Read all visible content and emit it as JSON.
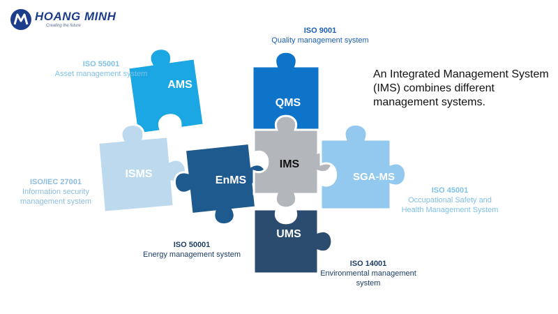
{
  "brand": {
    "name": "HOANG MINH",
    "tagline": "Creating the future",
    "colors": {
      "primary": "#1b3d8c"
    }
  },
  "headline": "An Integrated Management System (IMS) combines different management systems.",
  "pieces": [
    {
      "id": "ams",
      "label": "AMS",
      "color": "#1aa7e3",
      "text_color": "#ffffff"
    },
    {
      "id": "qms",
      "label": "QMS",
      "color": "#0d74c9",
      "text_color": "#ffffff"
    },
    {
      "id": "isms",
      "label": "ISMS",
      "color": "#bcd9ee",
      "text_color": "#ffffff"
    },
    {
      "id": "enms",
      "label": "EnMS",
      "color": "#1f5a8f",
      "text_color": "#ffffff"
    },
    {
      "id": "ims",
      "label": "IMS",
      "color": "#b3b6bb",
      "text_color": "#111111"
    },
    {
      "id": "sgams",
      "label": "SGA-MS",
      "color": "#93c9ef",
      "text_color": "#ffffff"
    },
    {
      "id": "ums",
      "label": "UMS",
      "color": "#2b4b6f",
      "text_color": "#ffffff"
    }
  ],
  "annotations": [
    {
      "id": "iso55001",
      "standard": "ISO 55001",
      "description": "Asset management system",
      "color": "#7fc1e8"
    },
    {
      "id": "iso9001",
      "standard": "ISO 9001",
      "description": "Quality management system",
      "color": "#1a5fb0"
    },
    {
      "id": "iso27001",
      "standard": "ISO/IEC 27001",
      "description": "Information security management system",
      "color": "#8cbce0"
    },
    {
      "id": "iso50001",
      "standard": "ISO 50001",
      "description": "Energy management system",
      "color": "#1d3d66"
    },
    {
      "id": "iso45001",
      "standard": "ISO 45001",
      "description": "Occupational Safety and Health Management System",
      "color": "#7fc1e8"
    },
    {
      "id": "iso14001",
      "standard": "ISO 14001",
      "description": "Environmental management system",
      "color": "#1d3d66"
    }
  ]
}
